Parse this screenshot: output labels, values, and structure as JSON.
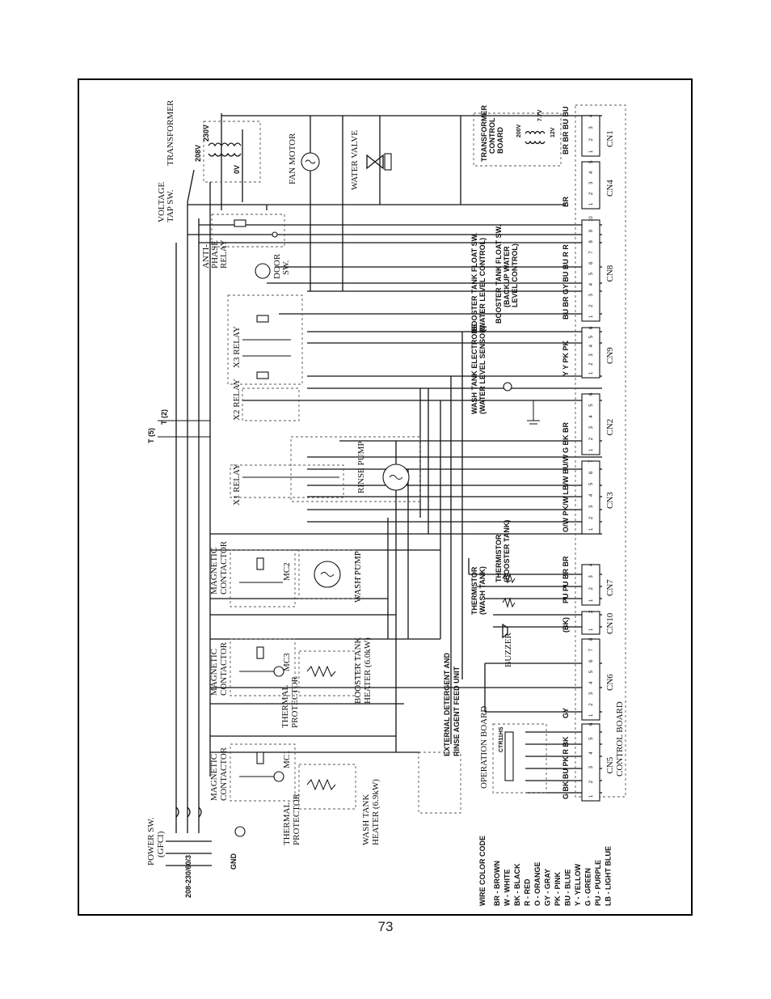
{
  "page_number": "73",
  "labels": {
    "transformer": "TRANSFORMER",
    "voltage_tap": "VOLTAGE",
    "tap_sw": "TAP SW.",
    "fan_motor": "FAN MOTOR",
    "water_valve": "WATER VALVE",
    "transformer_control_board": "TRANSFORMER",
    "tcb_2": "CONTROL",
    "tcb_3": "BOARD",
    "anti_phase_1": "ANTI-",
    "anti_phase_2": "PHASE",
    "anti_phase_3": "RELAY",
    "door_sw_1": "DOOR",
    "door_sw_2": "SW.",
    "x3_relay": "X3 RELAY",
    "x2_relay": "X2 RELAY",
    "x1_relay": "X1 RELAY",
    "rinse_pump": "RINSE PUMP",
    "wash_pump": "WASH PUMP",
    "magnetic_contactor": "MAGNETIC",
    "contactor": "CONTACTOR",
    "mc1": "MC1",
    "mc2": "MC2",
    "mc3": "MC3",
    "booster_heater_1": "BOOSTER TANK",
    "booster_heater_2": "HEATER (6.0kW)",
    "wash_heater_1": "WASH TANK",
    "wash_heater_2": "HEATER (6.9kW)",
    "thermal_protector": "THERMAL",
    "protector": "PROTECTOR",
    "power_sw": "POWER SW.",
    "gfci": "(GFCI)",
    "supply": "208-230/60/3",
    "gnd": "GND",
    "operation_board": "OPERATION BOARD",
    "control_board": "CONTROL BOARD",
    "buzzer": "BUZZER",
    "ext_det_1": "EXTERNAL DETERGENT AND",
    "ext_det_2": "RINSE AGENT FEED UNIT",
    "thermistor_wash_1": "THERMISTOR",
    "thermistor_wash_2": "(WASH TANK)",
    "thermistor_boost_1": "THERMISTOR",
    "thermistor_boost_2": "(BOOSTER TANK)",
    "wash_tank_electrode_1": "WASH TANK ELECTRODE",
    "wash_tank_electrode_2": "(WATER LEVEL SENSOR)",
    "booster_float_1": "BOOSTER TANK FLOAT SW.",
    "booster_float_2": "(WATER LEVEL CONTROL)",
    "booster_float_3": "BOOSTER TANK FLOAT SW.",
    "booster_float_4": "(BACKUP WATER",
    "booster_float_5": "LEVEL CONTROL)",
    "v230": "230V",
    "v208": "208V",
    "v0": "0V",
    "v7": "7.7V",
    "v200": "200V",
    "v12": "12V",
    "ch": "CTR11HS",
    "t5": "T (5)",
    "t2": "T (2)"
  },
  "connectors": [
    "CN1",
    "CN4",
    "CN8",
    "CN9",
    "CN2",
    "CN3",
    "CN7",
    "CN10",
    "CN6",
    "CN5"
  ],
  "connector_wires": {
    "CN1": "BR BR BU BU",
    "CN4": "BR",
    "CN8": "BU BR GY BU BU R R",
    "CN9": "Y Y PK PK",
    "CN2": "G BK BR",
    "CN3": "O/W PK/W LB/W BU/W",
    "CN7": "PU PU BR BR",
    "CN10": "(BK)",
    "CN6": "GY",
    "CN5": "G BK BU PK R BK"
  },
  "color_code": {
    "title": "WIRE COLOR CODE",
    "entries": [
      "BR - BROWN",
      "W - WHITE",
      "BK - BLACK",
      "R - RED",
      "O - ORANGE",
      "GY - GRAY",
      "PK - PINK",
      "BU - BLUE",
      "Y - YELLOW",
      "G - GREEN",
      "PU - PURPLE",
      "LB - LIGHT BLUE"
    ]
  }
}
